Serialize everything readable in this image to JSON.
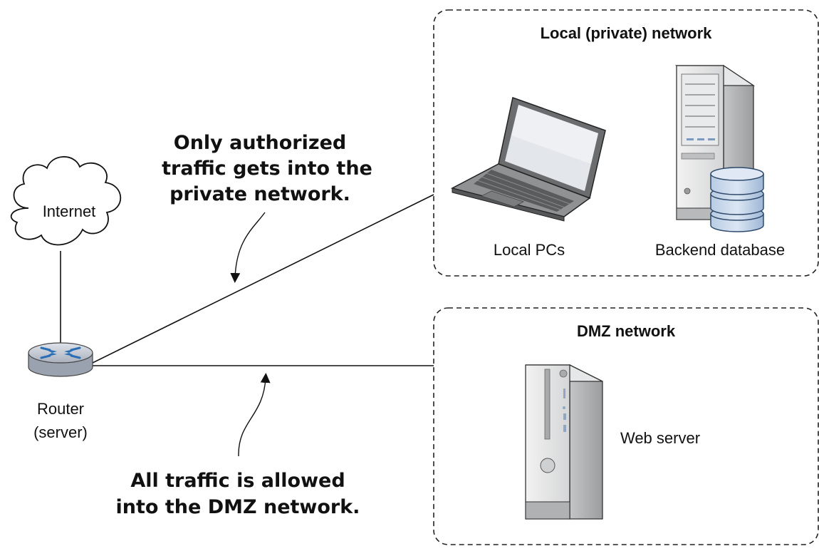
{
  "nodes": {
    "internet": {
      "label": "Internet"
    },
    "router": {
      "label_line1": "Router",
      "label_line2": "(server)"
    },
    "local_pcs": {
      "label": "Local PCs"
    },
    "backend_db": {
      "label": "Backend database"
    },
    "web_server": {
      "label": "Web server"
    }
  },
  "zones": {
    "private": {
      "title": "Local (private) network"
    },
    "dmz": {
      "title": "DMZ network"
    }
  },
  "annotations": {
    "private_note": [
      "Only authorized",
      "traffic gets into the",
      "private network."
    ],
    "dmz_note": [
      "All traffic is allowed",
      "into the DMZ network."
    ]
  },
  "colors": {
    "line": "#111111",
    "router_arrows": "#2a6fb5",
    "device_gray": "#d9dadb"
  }
}
